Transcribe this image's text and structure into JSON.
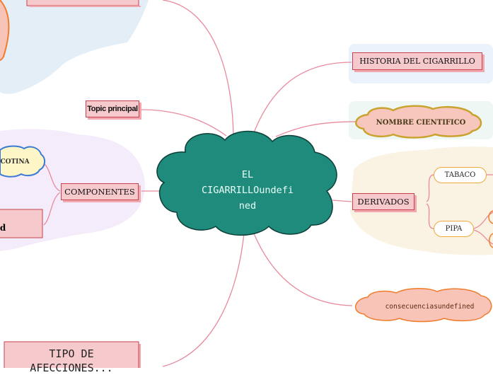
{
  "central": {
    "text": "EL CIGARRILLOundefined",
    "line1": "EL",
    "line2": "CIGARRILLOundefi",
    "line3": "ned"
  },
  "topic_principal": "Topic principal",
  "right_topics": {
    "historia": "HISTORIA DEL CIGARRILLO",
    "nombre": "NOMBRE CIENTIFICO",
    "derivados": "DERIVADOS",
    "consecuencias": "consecuenciasundefined"
  },
  "derivados_children": {
    "tabaco": "TABACO",
    "pipa": "PIPA"
  },
  "left_topics": {
    "componentes": "COMPONENTES",
    "nicotina_partial": "COTINA",
    "partial_d": "d",
    "afecciones_line1": "TIPO DE",
    "afecciones_line2": "AFECCIONES..."
  },
  "colors": {
    "central_fill": "#1e8b7c",
    "connector": "#e88a9c",
    "box_fill": "#f6c9cd",
    "box_border": "#c9404f",
    "cloud_fill": "#f9c4b8",
    "cloud_border": "#f07c2c",
    "region_blue": "#e4eef7",
    "region_purple": "#f4ecfa",
    "region_green": "#eef7f3",
    "region_cream": "#faf3e4"
  }
}
